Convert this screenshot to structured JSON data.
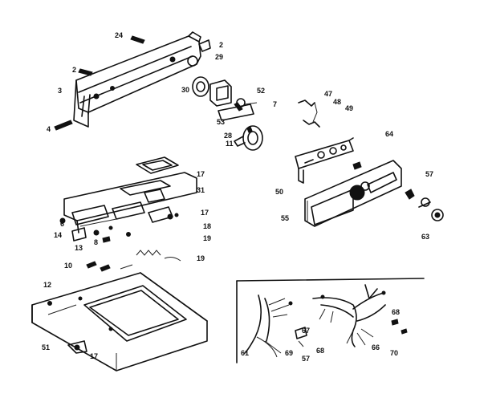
{
  "diagram": {
    "labels": [
      "24",
      "2",
      "29",
      "2",
      "3",
      "30",
      "52",
      "7",
      "47",
      "48",
      "49",
      "53",
      "28",
      "11",
      "4",
      "64",
      "17",
      "31",
      "57",
      "50",
      "55",
      "63",
      "17",
      "18",
      "19",
      "6",
      "14",
      "8",
      "13",
      "10",
      "19",
      "12",
      "51",
      "17",
      "67",
      "69",
      "57",
      "68",
      "66",
      "70",
      "61",
      "68"
    ]
  }
}
